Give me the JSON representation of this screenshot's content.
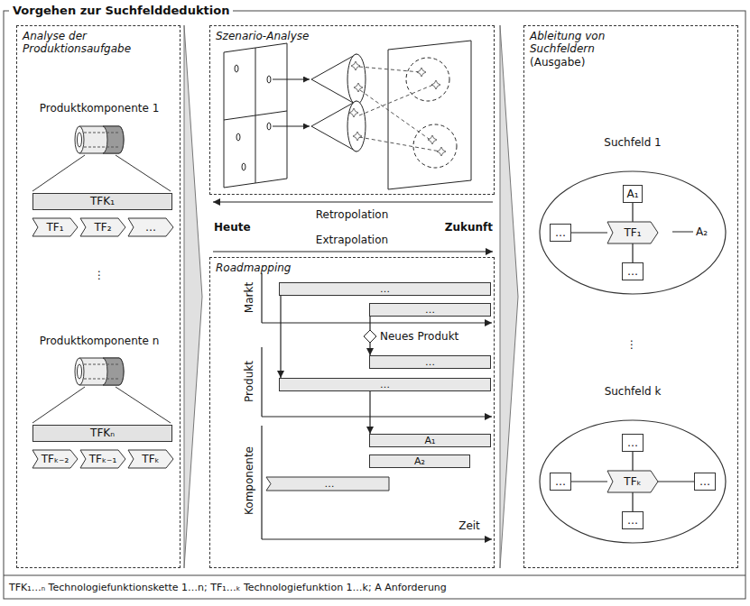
{
  "diagram": {
    "title": "Vorgehen zur Suchfelddeduktion",
    "caption": "TFK₁…ₙ Technologiefunktionskette 1…n; TF₁…ₖ Technologiefunktion 1…k; A Anforderung",
    "nodes": [
      {
        "text": [
          "Analyse der Produktionsaufgabe"
        ]
      },
      {
        "text": [
          "TFK₁"
        ],
        "in": 0
      },
      {
        "text": [
          "TF₁"
        ],
        "in": 0
      },
      {
        "text": [
          "TF₂"
        ],
        "in": 0
      },
      {
        "text": [
          "…"
        ],
        "in": 0
      },
      {
        "text": [
          "TFKₙ"
        ],
        "in": 0
      },
      {
        "text": [
          "TFₖ₋₂"
        ],
        "in": 0
      },
      {
        "text": [
          "TFₖ₋₁"
        ],
        "in": 0
      },
      {
        "text": [
          "TFₖ"
        ],
        "in": 0
      },
      {
        "text": [
          "Szenario-Analyse"
        ]
      },
      {
        "text": [
          "Roadmapping"
        ]
      },
      {
        "text": [
          "…"
        ],
        "in": 10
      },
      {
        "text": [
          "…"
        ],
        "in": 10
      },
      {
        "text": [
          "…"
        ],
        "in": 10
      },
      {
        "text": [
          "…"
        ],
        "in": 10
      },
      {
        "text": [
          "A₁"
        ],
        "in": 10
      },
      {
        "text": [
          "A₂"
        ],
        "in": 10
      },
      {
        "text": [
          "…"
        ],
        "in": 10
      },
      {
        "text": [
          "Ableitung von Suchfeldern",
          "(Ausgabe)"
        ]
      },
      {
        "text": [
          "Suchfeld 1"
        ],
        "in": 18
      },
      {
        "text": [
          "A₁"
        ],
        "in": 19
      },
      {
        "text": [
          "…"
        ],
        "in": 19
      },
      {
        "text": [
          "TF₁"
        ],
        "in": 19
      },
      {
        "text": [
          "…"
        ],
        "in": 19
      },
      {
        "text": [
          "Suchfeld k"
        ],
        "in": 18
      },
      {
        "text": [
          "…"
        ],
        "in": 24
      },
      {
        "text": [
          "…"
        ],
        "in": 24
      },
      {
        "text": [
          "TFₖ"
        ],
        "in": 24
      },
      {
        "text": [
          "…"
        ],
        "in": 24
      },
      {
        "text": [
          "…"
        ],
        "in": 24
      }
    ],
    "edges": [
      {
        "from": 11,
        "to": 14,
        "arrow": "to"
      },
      {
        "from": 12,
        "to": 13,
        "arrow": "to"
      },
      {
        "from": 14,
        "to": 15,
        "arrow": "to"
      },
      {
        "from": 22,
        "to": 20,
        "arrow": "none"
      },
      {
        "from": 21,
        "to": 22,
        "arrow": "none"
      },
      {
        "from": 22,
        "to": 23,
        "arrow": "none"
      },
      {
        "from": 27,
        "to": 25,
        "arrow": "none"
      },
      {
        "from": 26,
        "to": 27,
        "arrow": "none"
      },
      {
        "from": 27,
        "to": 28,
        "arrow": "none"
      },
      {
        "from": 27,
        "to": 29,
        "arrow": "none"
      }
    ],
    "labels": [
      "Produktkomponente 1",
      "⋮",
      "Produktkomponente n",
      "Retropolation",
      "Heute",
      "Zukunft",
      "Extrapolation",
      "Markt",
      "Neues Produkt",
      "Produkt",
      "Komponente",
      "Zeit",
      "A₂",
      "⋮"
    ]
  }
}
